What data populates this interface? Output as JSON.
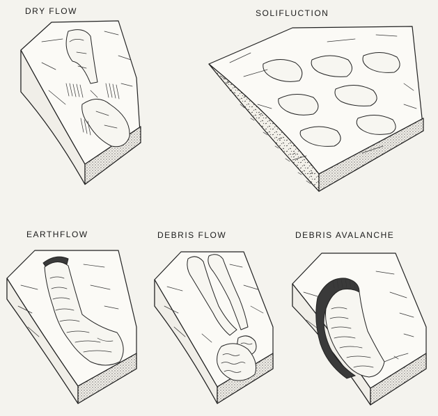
{
  "labels": {
    "dry_flow": "DRY FLOW",
    "solifluction": "SOLIFLUCTION",
    "earthflow": "EARTHFLOW",
    "debris_flow": "DEBRIS FLOW",
    "debris_avalanche": "DEBRIS AVALANCHE"
  },
  "colors": {
    "background": "#f4f3ee",
    "ink": "#222222"
  }
}
